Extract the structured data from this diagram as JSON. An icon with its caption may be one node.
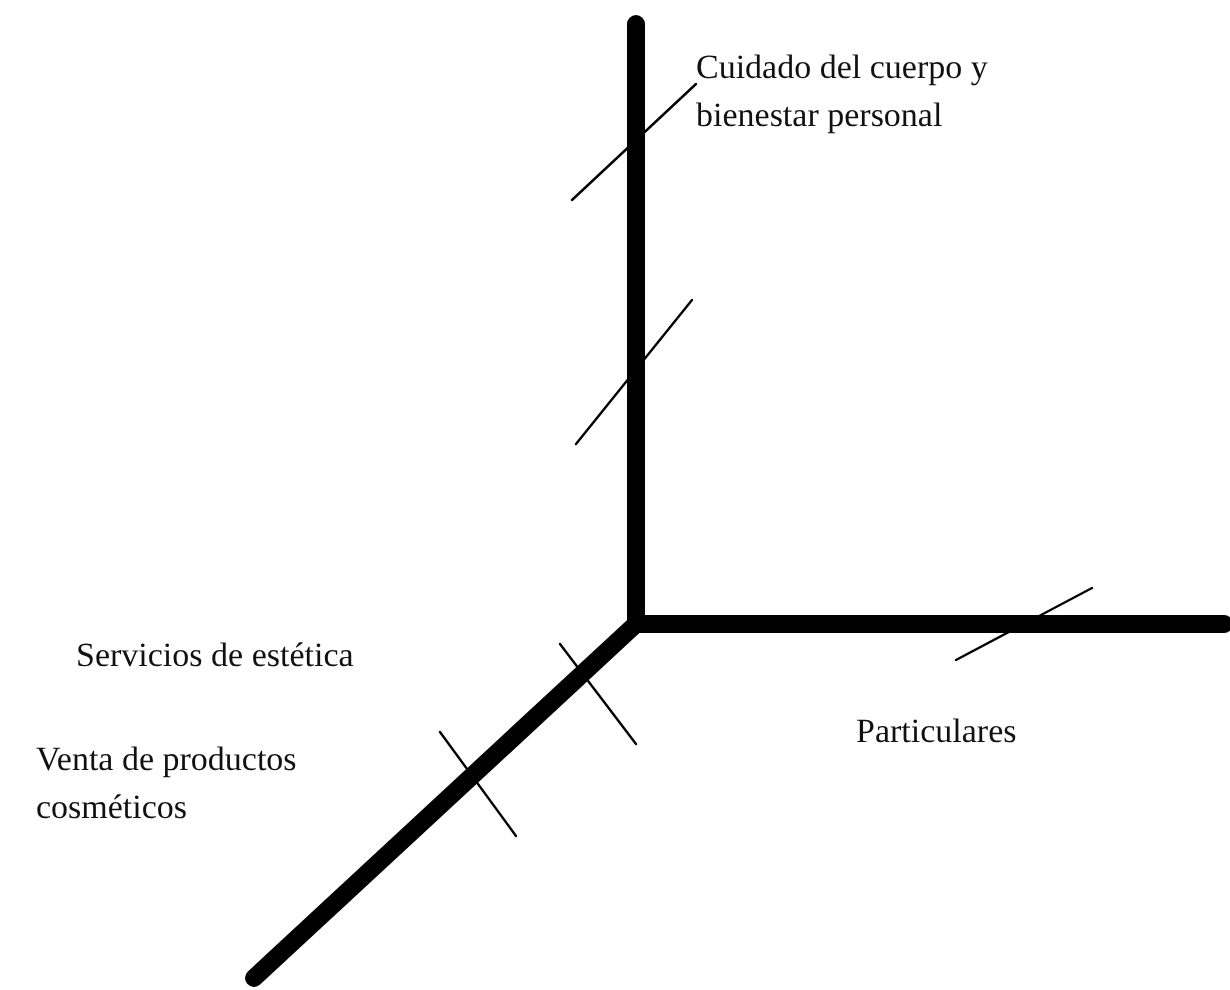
{
  "diagram": {
    "labels": [
      "Cuidado del cuerpo y bienestar personal",
      "Servicios de estética",
      "Venta de productos cosméticos",
      "Particulares"
    ]
  }
}
